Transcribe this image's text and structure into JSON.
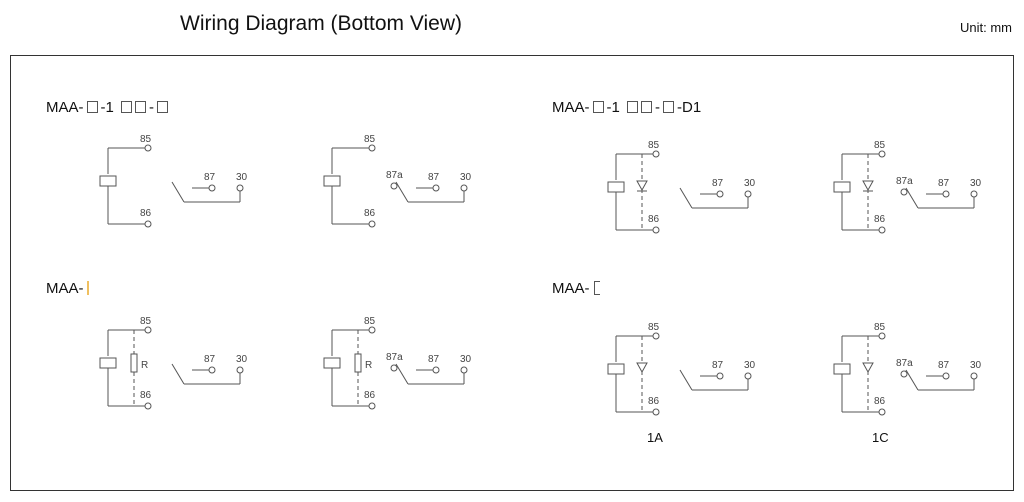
{
  "header": {
    "title": "Wiring Diagram (Bottom View)",
    "unit": "Unit: mm"
  },
  "panels": [
    {
      "prefix": "MAA-",
      "mid": "-1",
      "dash": "-",
      "suffix": ""
    },
    {
      "prefix": "MAA-",
      "mid": "-1",
      "dash": "-",
      "suffix": "-D1"
    },
    {
      "prefix": "MAA-"
    },
    {
      "prefix": "MAA-"
    }
  ],
  "terminals": {
    "t85": "85",
    "t86": "86",
    "t87": "87",
    "t87a": "87a",
    "t30": "30",
    "resistor": "R"
  },
  "types": {
    "a": "1A",
    "c": "1C"
  },
  "colors": {
    "line": "#555555",
    "accent": "#f0c060"
  }
}
